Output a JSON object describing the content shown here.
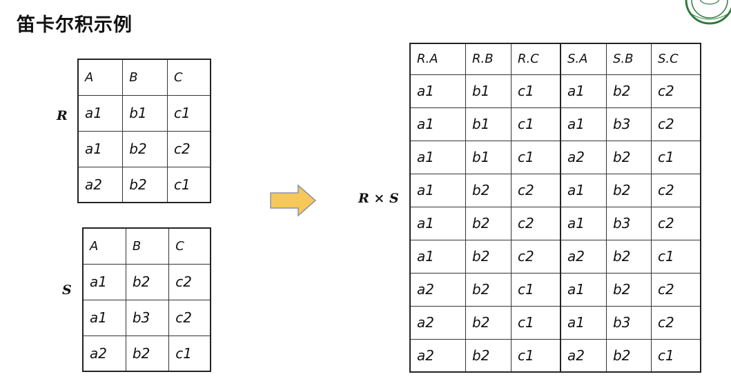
{
  "slide": {
    "title": "笛卡尔积示例"
  },
  "relations": {
    "r": {
      "label": "R",
      "columns": [
        "A",
        "B",
        "C"
      ],
      "rows": [
        [
          "a1",
          "b1",
          "c1"
        ],
        [
          "a1",
          "b2",
          "c2"
        ],
        [
          "a2",
          "b2",
          "c1"
        ]
      ]
    },
    "s": {
      "label": "S",
      "columns": [
        "A",
        "B",
        "C"
      ],
      "rows": [
        [
          "a1",
          "b2",
          "c2"
        ],
        [
          "a1",
          "b3",
          "c2"
        ],
        [
          "a2",
          "b2",
          "c1"
        ]
      ]
    },
    "product": {
      "label": "R × S",
      "columns": [
        "R.A",
        "R.B",
        "R.C",
        "S.A",
        "S.B",
        "S.C"
      ],
      "rows": [
        [
          "a1",
          "b1",
          "c1",
          "a1",
          "b2",
          "c2"
        ],
        [
          "a1",
          "b1",
          "c1",
          "a1",
          "b3",
          "c2"
        ],
        [
          "a1",
          "b1",
          "c1",
          "a2",
          "b2",
          "c1"
        ],
        [
          "a1",
          "b2",
          "c2",
          "a1",
          "b2",
          "c2"
        ],
        [
          "a1",
          "b2",
          "c2",
          "a1",
          "b3",
          "c2"
        ],
        [
          "a1",
          "b2",
          "c2",
          "a2",
          "b2",
          "c1"
        ],
        [
          "a2",
          "b2",
          "c1",
          "a1",
          "b2",
          "c2"
        ],
        [
          "a2",
          "b2",
          "c1",
          "a1",
          "b3",
          "c2"
        ],
        [
          "a2",
          "b2",
          "c1",
          "a2",
          "b2",
          "c1"
        ]
      ]
    }
  },
  "colors": {
    "arrow_fill": "#f6c859",
    "arrow_stroke": "#8b8fa8",
    "logo_green": "#2f7a3b"
  },
  "icons": {
    "arrow": "right-arrow-icon",
    "logo": "university-seal-icon"
  }
}
